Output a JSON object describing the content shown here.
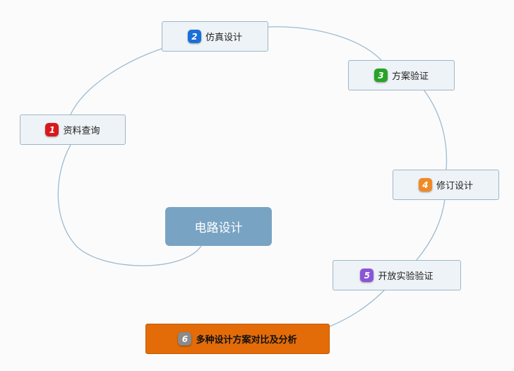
{
  "central_topic": "电路设计",
  "nodes": [
    {
      "num": "1",
      "label": "资料查询",
      "badge_color": "#d8191c"
    },
    {
      "num": "2",
      "label": "仿真设计",
      "badge_color": "#1a6fd8"
    },
    {
      "num": "3",
      "label": "方案验证",
      "badge_color": "#27a327"
    },
    {
      "num": "4",
      "label": "修订设计",
      "badge_color": "#f08a24"
    },
    {
      "num": "5",
      "label": "开放实验验证",
      "badge_color": "#8a55d6"
    },
    {
      "num": "6",
      "label": "多种设计方案对比及分析",
      "badge_color": "#8a8a8a"
    }
  ],
  "highlight_color": "#e36c09"
}
